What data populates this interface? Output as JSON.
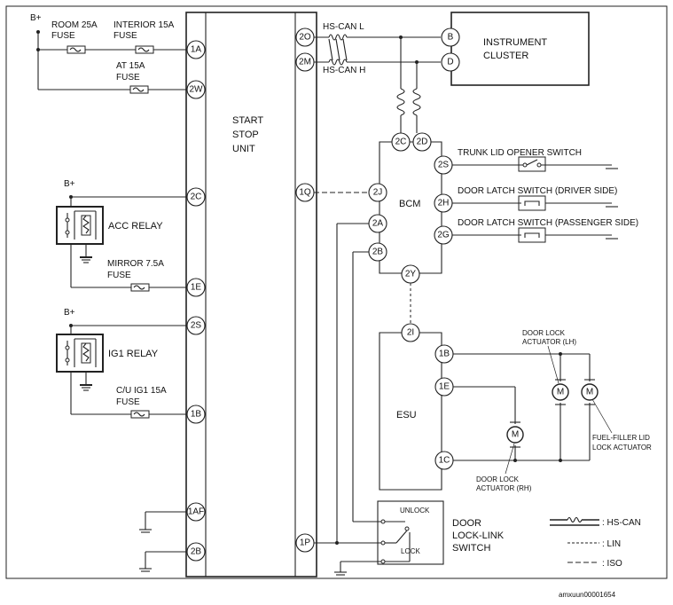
{
  "supply": {
    "b_plus": "B+"
  },
  "fuses": {
    "room": [
      "ROOM 25A",
      "FUSE"
    ],
    "interior": [
      "INTERIOR 15A",
      "FUSE"
    ],
    "at": [
      "AT 15A",
      "FUSE"
    ],
    "mirror": [
      "MIRROR 7.5A",
      "FUSE"
    ],
    "cu_ig1": [
      "C/U IG1 15A",
      "FUSE"
    ]
  },
  "relays": {
    "acc": "ACC RELAY",
    "ig1": "IG1 RELAY"
  },
  "units": {
    "start_stop": [
      "START",
      "STOP",
      "UNIT"
    ],
    "instrument_cluster": [
      "INSTRUMENT",
      "CLUSTER"
    ],
    "bcm": "BCM",
    "esu": "ESU"
  },
  "pins": {
    "ssu_left": [
      "1A",
      "2W",
      "2C",
      "1E",
      "2S",
      "1B",
      "1AF",
      "2B"
    ],
    "ssu_right": [
      "2O",
      "2M",
      "1Q",
      "1P"
    ],
    "cluster": [
      "B",
      "D"
    ],
    "bcm": [
      "2C",
      "2D",
      "2S",
      "2J",
      "2H",
      "2A",
      "2G",
      "2B",
      "2Y"
    ],
    "esu": [
      "2I",
      "1B",
      "1E",
      "1C"
    ]
  },
  "can": {
    "low": "HS-CAN L",
    "high": "HS-CAN H"
  },
  "switches": {
    "trunk": "TRUNK LID OPENER SWITCH",
    "door_driver": "DOOR LATCH SWITCH (DRIVER SIDE)",
    "door_passenger": "DOOR LATCH SWITCH (PASSENGER SIDE)",
    "lock_link": [
      "DOOR",
      "LOCK-LINK",
      "SWITCH"
    ],
    "unlock": "UNLOCK",
    "lock": "LOCK"
  },
  "actuators": {
    "lh": [
      "DOOR LOCK",
      "ACTUATOR (LH)"
    ],
    "rh": [
      "DOOR LOCK",
      "ACTUATOR (RH)"
    ],
    "fuel": [
      "FUEL-FILLER LID",
      "LOCK ACTUATOR"
    ],
    "motor": "M"
  },
  "legend": {
    "hs_can": ": HS-CAN",
    "lin": ": LIN",
    "iso": ": ISO"
  },
  "code": "amxuun00001654"
}
